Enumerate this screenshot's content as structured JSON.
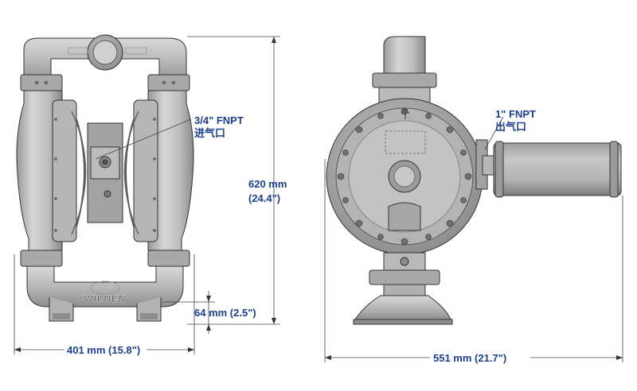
{
  "front_view": {
    "inlet_label": "3/4\" FNPT",
    "inlet_label_cn": "进气口",
    "height_mm": "620 mm",
    "height_in": "(24.4\")",
    "foot_height": "64 mm (2.5\")",
    "width": "401 mm (15.8\")",
    "brand": "WILDEN"
  },
  "side_view": {
    "outlet_label": "1\" FNPT",
    "outlet_label_cn": "出气口",
    "width": "551 mm (21.7\")"
  },
  "colors": {
    "dimension_text": "#1c3f8f",
    "pump_body": "#bfbfbf",
    "pump_shadow": "#8e8e8e",
    "outline": "#333333"
  }
}
